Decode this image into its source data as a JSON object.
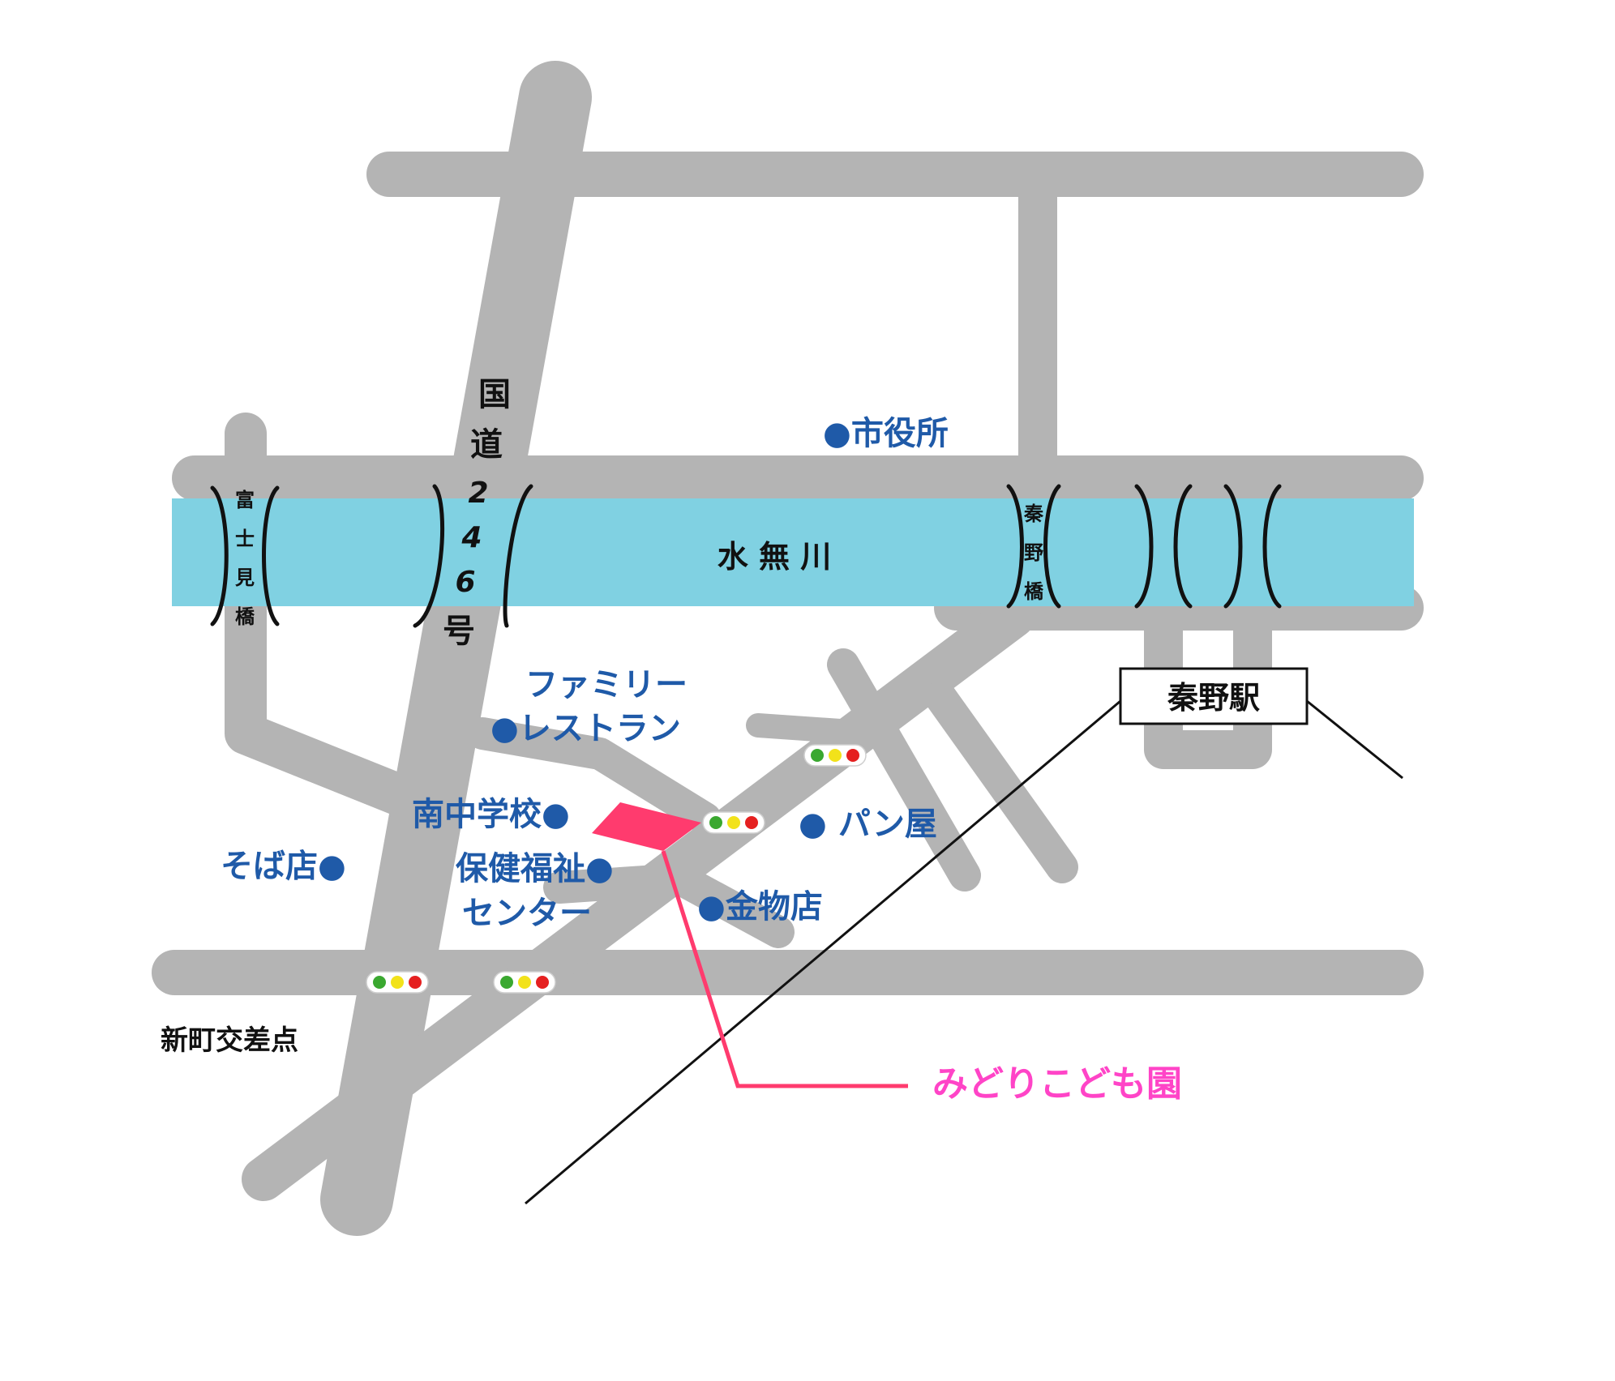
{
  "colors": {
    "road": "#b4b4b4",
    "river": "#80d1e2",
    "poi_text": "#1f5aa8",
    "poi_dot": "#1f5aa8",
    "destination": "#ff3b6e",
    "destination_label": "#ff44c7",
    "rail": "#111111"
  },
  "river": {
    "label": "水 無 川"
  },
  "route": {
    "chars": [
      "国",
      "道",
      "2",
      "4",
      "6",
      "号"
    ]
  },
  "bridges": {
    "fujimi": {
      "chars": [
        "富",
        "士",
        "見",
        "橋"
      ]
    },
    "hadano": {
      "chars": [
        "秦",
        "野",
        "橋"
      ]
    }
  },
  "station": {
    "label": "秦野駅"
  },
  "pois": {
    "city_hall": "●市役所",
    "family_restaurant_line1": "ファミリー",
    "family_restaurant_line2": "●レストラン",
    "middle_school": "南中学校●",
    "bakery": "● パン屋",
    "soba": "そば店●",
    "welfare_line1": "保健福祉●",
    "welfare_line2": "センター",
    "hardware": "●金物店"
  },
  "intersection": {
    "label": "新町交差点"
  },
  "destination": {
    "label": "みどりこども園"
  },
  "traffic_light_colors": [
    "#3aa830",
    "#f2e21a",
    "#e52020"
  ]
}
